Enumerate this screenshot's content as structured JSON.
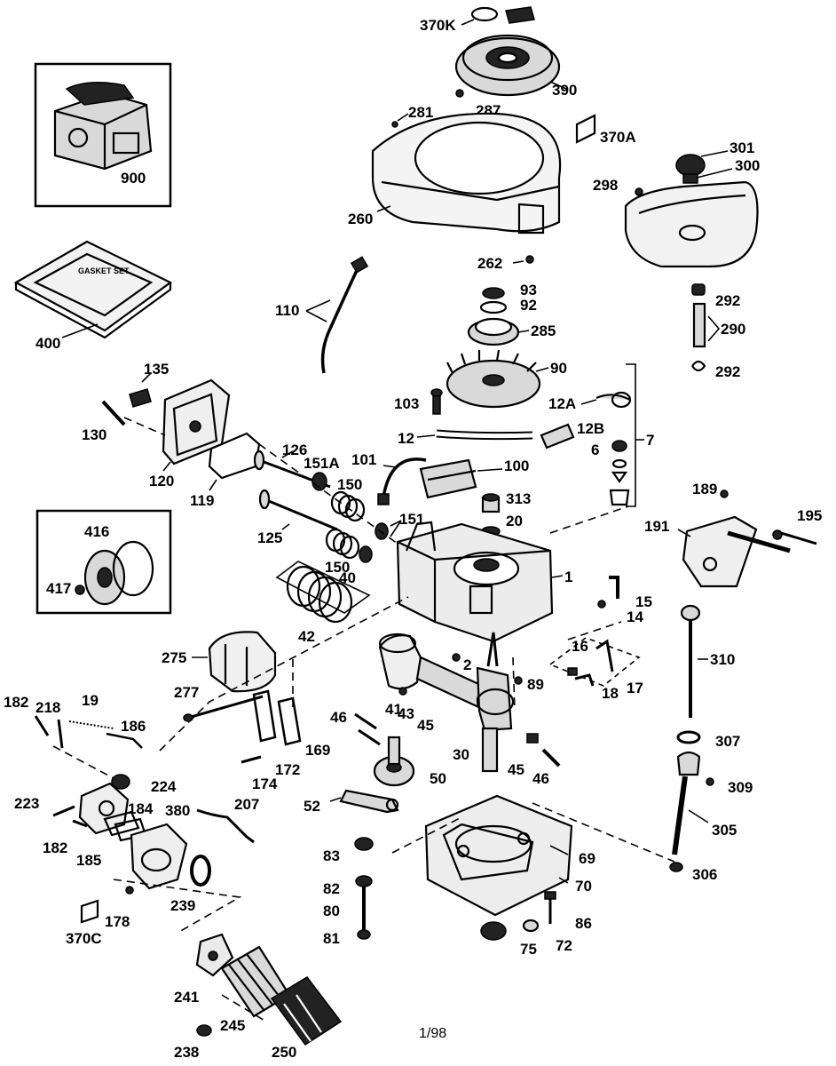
{
  "labels": {
    "l370K": "370K",
    "l390": "390",
    "l287": "287",
    "l281": "281",
    "l370A": "370A",
    "l260": "260",
    "l262": "262",
    "l301": "301",
    "l300": "300",
    "l298": "298",
    "l292a": "292",
    "l290": "290",
    "l292b": "292",
    "l900": "900",
    "l400": "400",
    "l110": "110",
    "l93": "93",
    "l92": "92",
    "l285": "285",
    "l90": "90",
    "l103": "103",
    "l12A": "12A",
    "l12": "12",
    "l12B": "12B",
    "l6": "6",
    "l7": "7",
    "l135": "135",
    "l130": "130",
    "l120": "120",
    "l119": "119",
    "l126": "126",
    "l151A": "151A",
    "l101": "101",
    "l100": "100",
    "l150a": "150",
    "l125": "125",
    "l151": "151",
    "l150b": "150",
    "l313": "313",
    "l20": "20",
    "l189": "189",
    "l191": "191",
    "l195": "195",
    "l416": "416",
    "l417": "417",
    "l40": "40",
    "l42": "42",
    "l1": "1",
    "l15": "15",
    "l14": "14",
    "l275": "275",
    "l2": "2",
    "l16": "16",
    "l310": "310",
    "l41": "41",
    "l89": "89",
    "l17": "17",
    "l18": "18",
    "l277": "277",
    "l43": "43",
    "l45a": "45",
    "l182a": "182",
    "l218": "218",
    "l19": "19",
    "l186": "186",
    "l46a": "46",
    "l169": "169",
    "l172": "172",
    "l174": "174",
    "l30": "30",
    "l45b": "45",
    "l46b": "46",
    "l307": "307",
    "l224": "224",
    "l50": "50",
    "l309": "309",
    "l223": "223",
    "l184": "184",
    "l380": "380",
    "l207": "207",
    "l52": "52",
    "l305": "305",
    "l182b": "182",
    "l185": "185",
    "l83": "83",
    "l69": "69",
    "l306": "306",
    "l82": "82",
    "l70": "70",
    "l239": "239",
    "l80": "80",
    "l178": "178",
    "l370C": "370C",
    "l86": "86",
    "l81": "81",
    "l75": "75",
    "l72": "72",
    "l241": "241",
    "l245": "245",
    "l238": "238",
    "l250": "250"
  },
  "gasket_set_text": "GASKET SET",
  "footer_date": "1/98"
}
